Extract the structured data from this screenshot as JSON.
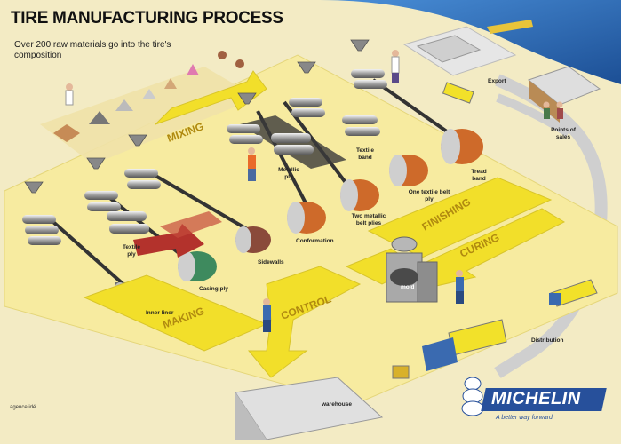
{
  "title": "TIRE MANUFACTURING PROCESS",
  "subtitle": "Over 200 raw materials go into the tire's composition",
  "stages": {
    "mixing": "MIXING",
    "making": "MAKING",
    "control": "CONTROL",
    "finishing": "FINISHING",
    "curing": "CURING"
  },
  "components": {
    "inner_liner": "Inner liner",
    "textile_ply": "Textile ply",
    "casing_ply": "Casing ply",
    "sidewalls": "Sidewalls",
    "metallic_ply": "Metallic ply",
    "conformation": "Conformation",
    "two_metallic_belt_plies": "Two metallic belt plies",
    "textile_band": "Textile band",
    "one_textile_belt_ply": "One textile belt ply",
    "tread_band": "Tread band",
    "mold": "mold"
  },
  "locations": {
    "export": "Export",
    "points_of_sales": "Points of sales",
    "distribution": "Distribution",
    "warehouse": "warehouse"
  },
  "brand": {
    "name": "MICHELIN",
    "tagline": "A better way forward",
    "agency": "agence idé",
    "color": "#27509b"
  },
  "colors": {
    "background": "#f3ebc4",
    "floor": "#f7eba0",
    "arrow": "#f2df2a",
    "sea": "#2d6fb8",
    "road": "#cfcfcf"
  }
}
